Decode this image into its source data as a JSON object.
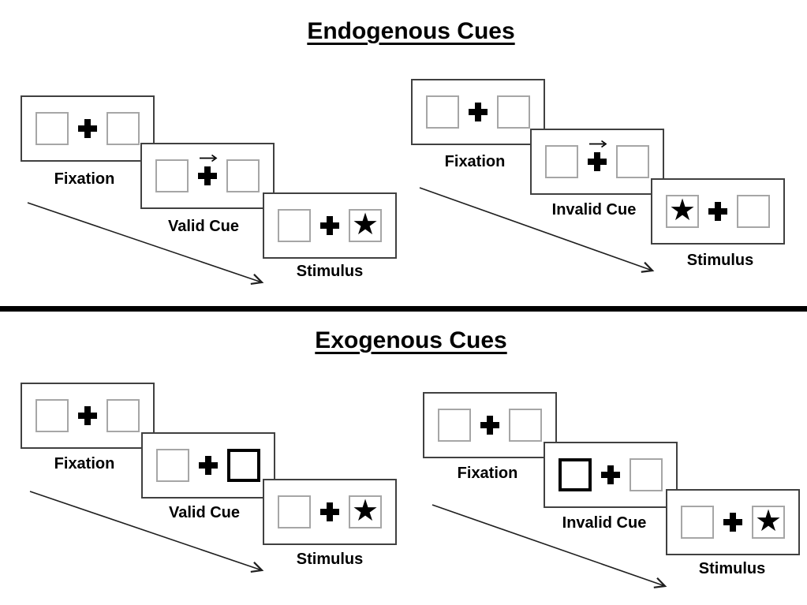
{
  "colors": {
    "background": "#ffffff",
    "card_border": "#404040",
    "box_border": "#a6a6a6",
    "highlight_border": "#000000",
    "ink": "#000000"
  },
  "icons": {
    "star": "★"
  },
  "sections": [
    {
      "id": "endogenous",
      "title": "Endogenous Cues",
      "panels": [
        {
          "id": "valid",
          "cards": [
            {
              "label": "Fixation",
              "left_box": "empty",
              "center": "plus",
              "right_box": "empty"
            },
            {
              "label": "Valid Cue",
              "left_box": "empty",
              "center": "plus-with-right-arrow",
              "right_box": "empty"
            },
            {
              "label": "Stimulus",
              "left_box": "empty",
              "center": "plus",
              "right_box": "star"
            }
          ]
        },
        {
          "id": "invalid",
          "cards": [
            {
              "label": "Fixation",
              "left_box": "empty",
              "center": "plus",
              "right_box": "empty"
            },
            {
              "label": "Invalid Cue",
              "left_box": "empty",
              "center": "plus-with-right-arrow",
              "right_box": "empty"
            },
            {
              "label": "Stimulus",
              "left_box": "star",
              "center": "plus",
              "right_box": "empty"
            }
          ]
        }
      ]
    },
    {
      "id": "exogenous",
      "title": "Exogenous Cues",
      "panels": [
        {
          "id": "valid",
          "cards": [
            {
              "label": "Fixation",
              "left_box": "empty",
              "center": "plus",
              "right_box": "empty"
            },
            {
              "label": "Valid Cue",
              "left_box": "empty",
              "center": "plus",
              "right_box": "highlighted-empty"
            },
            {
              "label": "Stimulus",
              "left_box": "empty",
              "center": "plus",
              "right_box": "star"
            }
          ]
        },
        {
          "id": "invalid",
          "cards": [
            {
              "label": "Fixation",
              "left_box": "empty",
              "center": "plus",
              "right_box": "empty"
            },
            {
              "label": "Invalid Cue",
              "left_box": "highlighted-empty",
              "center": "plus",
              "right_box": "empty"
            },
            {
              "label": "Stimulus",
              "left_box": "empty",
              "center": "plus",
              "right_box": "star"
            }
          ]
        }
      ]
    }
  ]
}
